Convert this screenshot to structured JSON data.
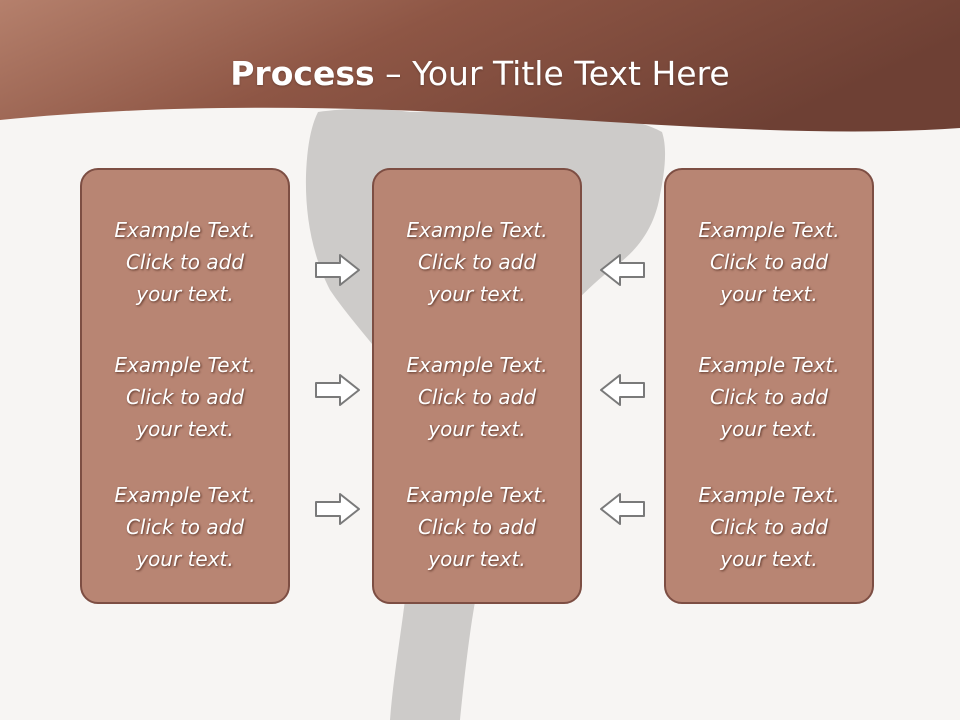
{
  "slide": {
    "title_bold": "Process",
    "title_rest": " – Your Title Text Here",
    "columns": [
      {
        "items": [
          {
            "line1": "Example Text.",
            "line2": "Click  to add",
            "line3": "your text."
          },
          {
            "line1": "Example Text.",
            "line2": "Click  to add",
            "line3": "your text."
          },
          {
            "line1": "Example Text.",
            "line2": "Click  to add",
            "line3": "your text."
          }
        ]
      },
      {
        "items": [
          {
            "line1": "Example Text.",
            "line2": "Click  to add",
            "line3": "your text."
          },
          {
            "line1": "Example Text.",
            "line2": "Click  to add",
            "line3": "your text."
          },
          {
            "line1": "Example Text.",
            "line2": "Click  to add",
            "line3": "your text."
          }
        ]
      },
      {
        "items": [
          {
            "line1": "Example Text.",
            "line2": "Click  to add",
            "line3": "your text."
          },
          {
            "line1": "Example Text.",
            "line2": "Click  to add",
            "line3": "your text."
          },
          {
            "line1": "Example Text.",
            "line2": "Click  to add",
            "line3": "your text."
          }
        ]
      }
    ],
    "colors": {
      "header_dark": "#6e4034",
      "header_light": "#b5806c",
      "panel_fill": "#b88573",
      "panel_border": "#7d4e43",
      "background": "#f7f5f3",
      "silhouette": "#cdcbc9"
    },
    "icons": {
      "left_arrows": "right-arrow-icon",
      "right_arrows": "left-arrow-icon"
    }
  }
}
